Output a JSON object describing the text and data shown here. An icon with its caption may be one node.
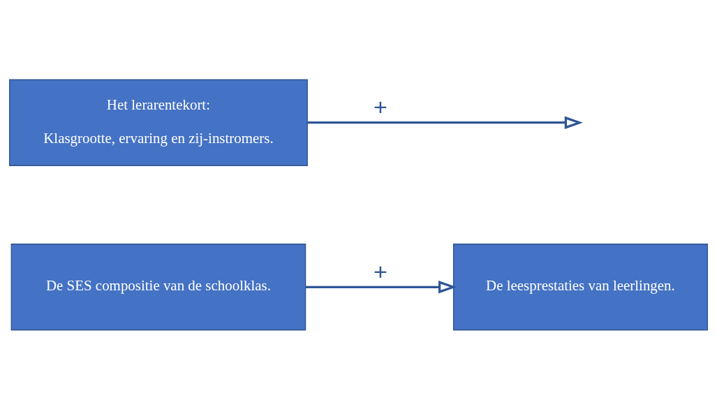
{
  "diagram": {
    "nodes": [
      {
        "text": [
          "De SES compositie van de schoolklas."
        ]
      },
      {
        "text": [
          "De leesprestaties van leerlingen."
        ]
      },
      {
        "text": [
          "Het lerarentekort:",
          "Klasgrootte, ervaring en zij-instromers."
        ]
      }
    ],
    "edges": [
      {
        "from": 0,
        "to": 1,
        "arrow": "to",
        "label": "+"
      },
      {
        "from": 2,
        "to": null,
        "arrow": "to",
        "label": "+"
      }
    ]
  }
}
